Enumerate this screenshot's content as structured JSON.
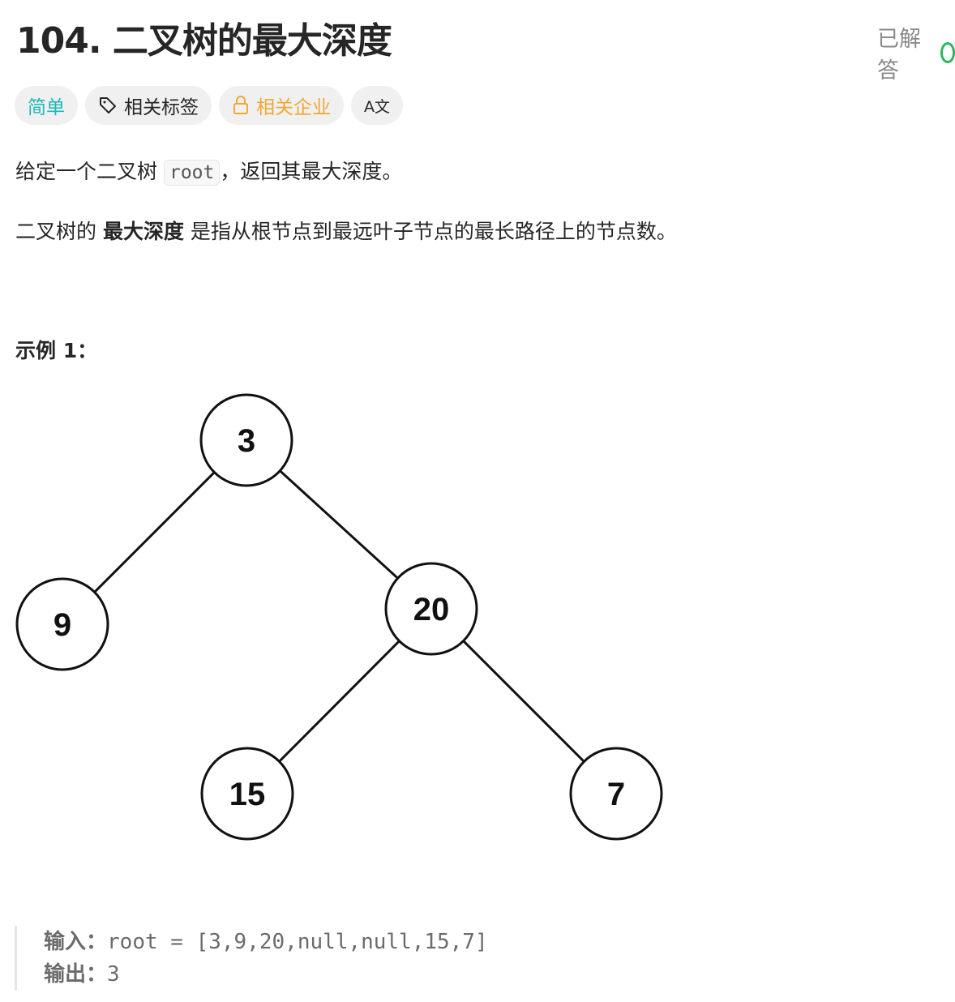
{
  "title": "104. 二叉树的最大深度",
  "status": "已解答",
  "tags": {
    "difficulty": "简单",
    "topics": "相关标签",
    "companies": "相关企业",
    "translate": "A文"
  },
  "description": {
    "p1_before": "给定一个二叉树",
    "p1_code": "root",
    "p1_after": "，返回其最大深度。",
    "p2_before": "二叉树的 ",
    "p2_bold": "最大深度",
    "p2_after": " 是指从根节点到最远叶子节点的最长路径上的节点数。"
  },
  "example": {
    "heading": "示例 1：",
    "tree_nodes": [
      "3",
      "9",
      "20",
      "15",
      "7"
    ],
    "input_label": "输入：",
    "input_value": "root = [3,9,20,null,null,15,7]",
    "output_label": "输出：",
    "output_value": "3"
  },
  "colors": {
    "easy": "#1cb8b8",
    "company": "#f0a733",
    "solved": "#2db55d"
  }
}
